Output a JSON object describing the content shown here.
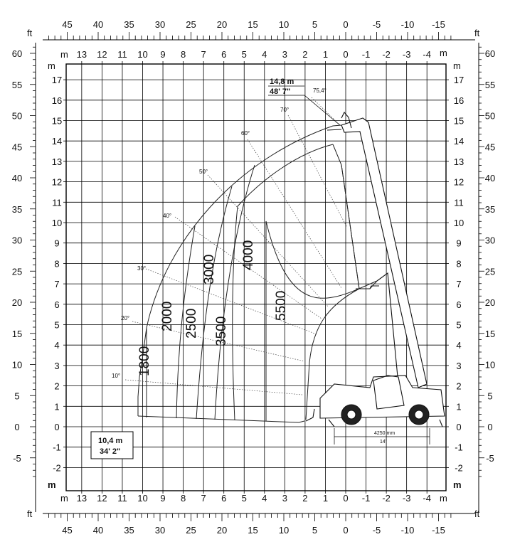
{
  "units": {
    "ft": "ft",
    "m": "m"
  },
  "scales": {
    "top_ft": [
      "45",
      "40",
      "35",
      "30",
      "25",
      "20",
      "15",
      "10",
      "5",
      "0",
      "-5",
      "-10",
      "-15"
    ],
    "top_m": [
      "13",
      "12",
      "11",
      "10",
      "9",
      "8",
      "7",
      "6",
      "5",
      "4",
      "3",
      "2",
      "1",
      "0",
      "-1",
      "-2",
      "-3",
      "-4"
    ],
    "left_m": [
      "17",
      "16",
      "15",
      "14",
      "13",
      "12",
      "11",
      "10",
      "9",
      "8",
      "7",
      "6",
      "5",
      "4",
      "3",
      "2",
      "1",
      "0",
      "-1",
      "-2"
    ],
    "left_ft": [
      "60",
      "55",
      "50",
      "45",
      "40",
      "35",
      "30",
      "25",
      "20",
      "15",
      "10",
      "5",
      "0",
      "-5"
    ]
  },
  "zones": {
    "z1800": "1800",
    "z2000": "2000",
    "z2500": "2500",
    "z3000": "3000",
    "z3500": "3500",
    "z4000": "4000",
    "z5500": "5500"
  },
  "angles": {
    "a10": "10°",
    "a20": "20°",
    "a30": "30°",
    "a40": "40°",
    "a50": "50°",
    "a60": "60°",
    "a70": "70°",
    "a754": "75,4°"
  },
  "max_height": {
    "m": "14,8 m",
    "ft": "48' 7\""
  },
  "max_reach": {
    "m": "10,4 m",
    "ft": "34' 2\""
  },
  "wheelbase": {
    "mm": "4250 mm",
    "ft": "14'"
  }
}
